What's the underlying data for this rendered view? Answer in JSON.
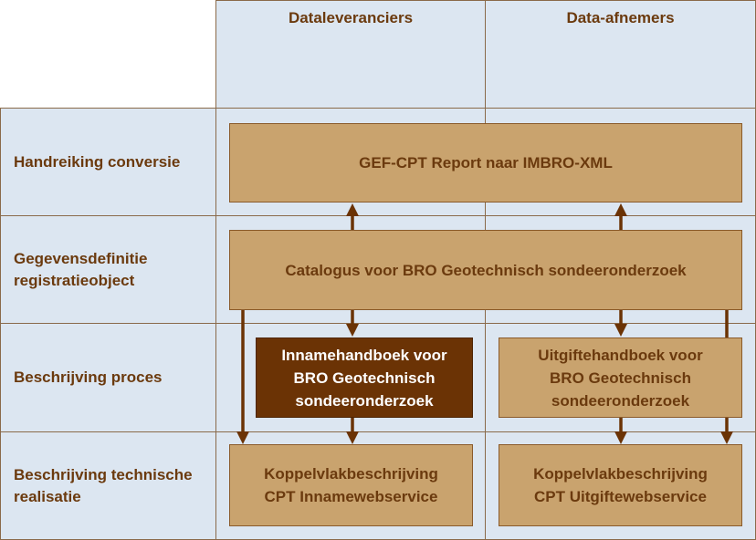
{
  "columns": {
    "suppliers": "Dataleveranciers",
    "consumers": "Data-afnemers"
  },
  "rows": {
    "conversion": "Handreiking conversie",
    "definition": "Gegevensdefinitie\nregistratieobject",
    "process": "Beschrijving proces",
    "technical": "Beschrijving technische\nrealisatie"
  },
  "boxes": {
    "conversion": "GEF-CPT Report naar IMBRO-XML",
    "catalogue": "Catalogus voor BRO Geotechnisch sondeeronderzoek",
    "intake_handbook": "Innamehandboek voor\nBRO Geotechnisch\nsondeeronderzoek",
    "output_handbook": "Uitgiftehandboek voor\nBRO Geotechnisch\nsondeeronderzoek",
    "intake_interface": "Koppelvlakbeschrijving\nCPT Innamewebservice",
    "output_interface": "Koppelvlakbeschrijving\nCPT Uitgiftewebservice"
  },
  "colors": {
    "cell_fill": "#dce6f1",
    "box_fill": "#c9a36e",
    "box_highlight": "#6b3305",
    "text": "#6b3a0e",
    "arrow": "#6b3305"
  }
}
